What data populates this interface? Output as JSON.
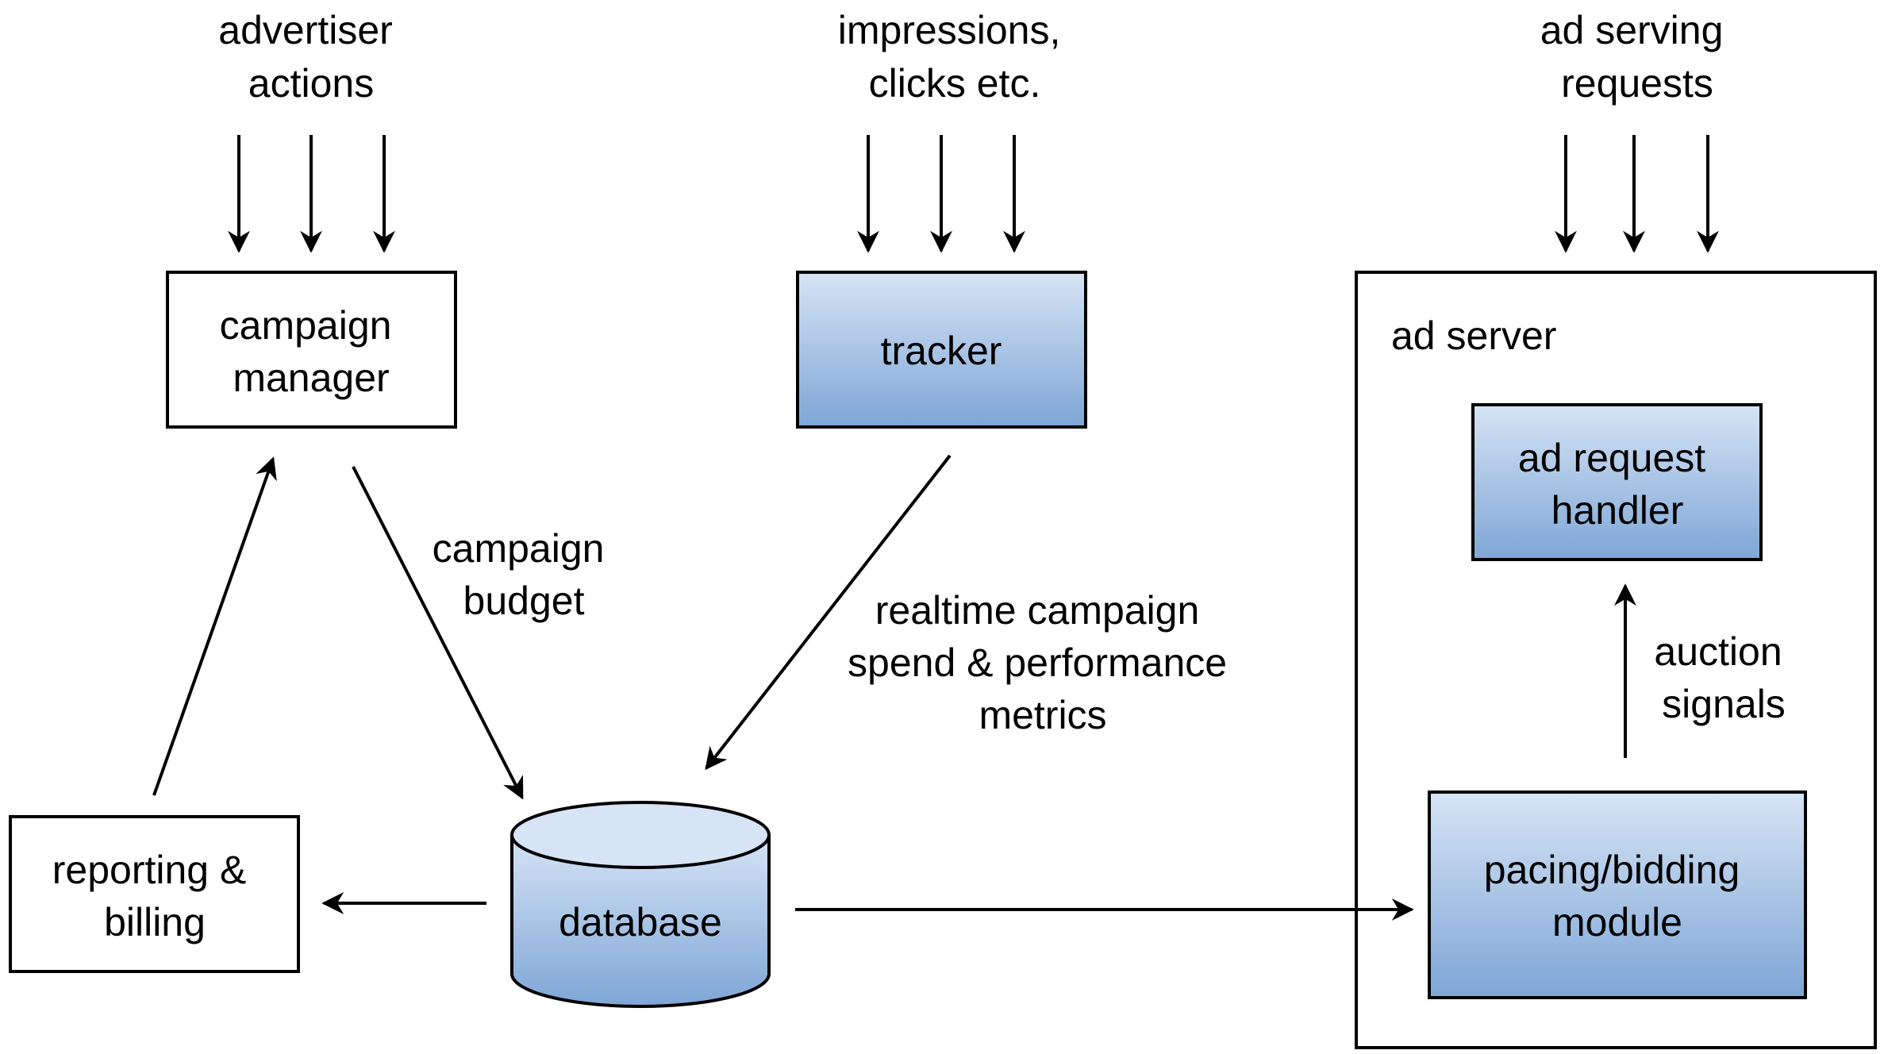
{
  "colors": {
    "node_fill_top": "#d6e4f5",
    "node_fill_bottom": "#7ea6d6",
    "stroke": "#000000",
    "background": "#ffffff"
  },
  "inputs": {
    "advertiser_actions": [
      "advertiser",
      "actions"
    ],
    "impressions_clicks": [
      "impressions,",
      "clicks etc."
    ],
    "ad_serving_requests": [
      "ad serving",
      "requests"
    ]
  },
  "nodes": {
    "campaign_manager": [
      "campaign",
      "manager"
    ],
    "tracker": [
      "tracker"
    ],
    "ad_server": [
      "ad server"
    ],
    "ad_request_handler": [
      "ad request",
      "handler"
    ],
    "database": [
      "database"
    ],
    "reporting_billing": [
      "reporting &",
      "billing"
    ],
    "pacing_bidding_module": [
      "pacing/bidding",
      "module"
    ]
  },
  "edge_labels": {
    "campaign_budget": [
      "campaign",
      "budget"
    ],
    "realtime_metrics": [
      "realtime campaign",
      "spend & performance",
      "metrics"
    ],
    "auction_signals": [
      "auction",
      "signals"
    ]
  }
}
